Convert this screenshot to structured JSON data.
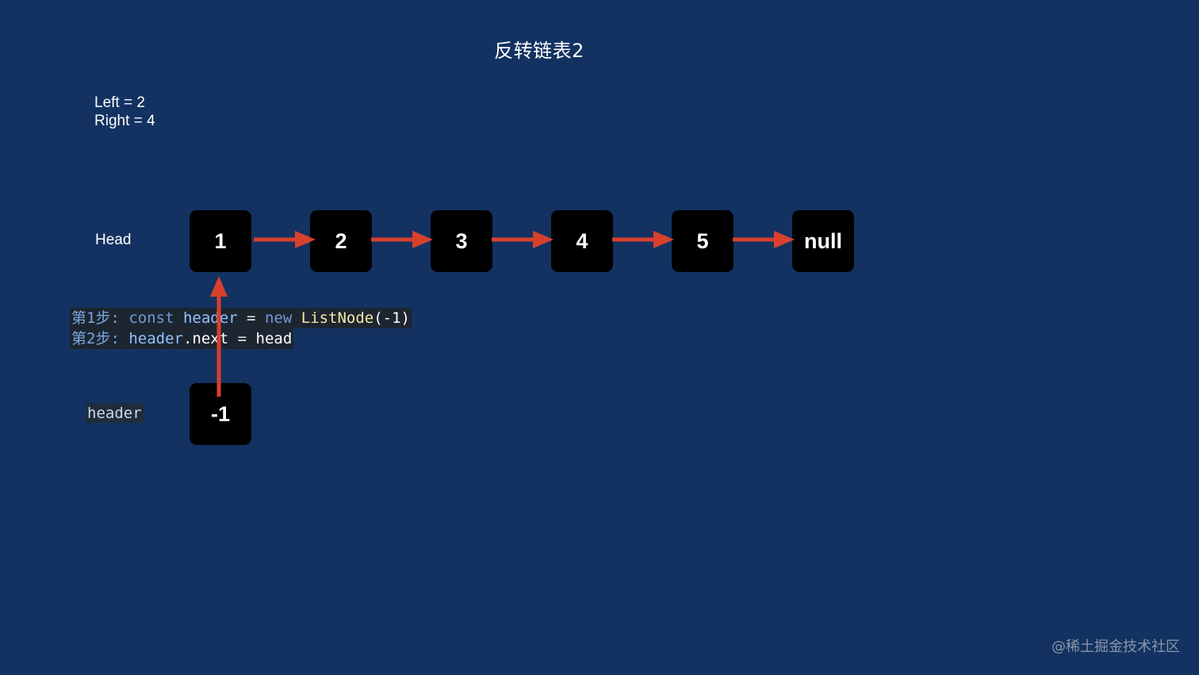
{
  "title": "反转链表2",
  "params": {
    "left": "Left = 2",
    "right": "Right = 4"
  },
  "labels": {
    "head": "Head",
    "header": "header"
  },
  "nodes": [
    "1",
    "2",
    "3",
    "4",
    "5",
    "null"
  ],
  "header_node": "-1",
  "steps": [
    {
      "prefix": "第1步: ",
      "code": [
        {
          "t": "const ",
          "c": "kw"
        },
        {
          "t": "header",
          "c": "var"
        },
        {
          "t": " = ",
          "c": "op"
        },
        {
          "t": "new ",
          "c": "kw"
        },
        {
          "t": "ListNode",
          "c": "fn"
        },
        {
          "t": "(-1)",
          "c": "id"
        }
      ]
    },
    {
      "prefix": "第2步: ",
      "code": [
        {
          "t": "header",
          "c": "var"
        },
        {
          "t": ".next",
          "c": "id"
        },
        {
          "t": " = ",
          "c": "op"
        },
        {
          "t": "head",
          "c": "id"
        }
      ]
    }
  ],
  "colors": {
    "background": "#133261",
    "node": "#000000",
    "arrow": "#d8402e"
  },
  "watermark": "@稀土掘金技术社区"
}
